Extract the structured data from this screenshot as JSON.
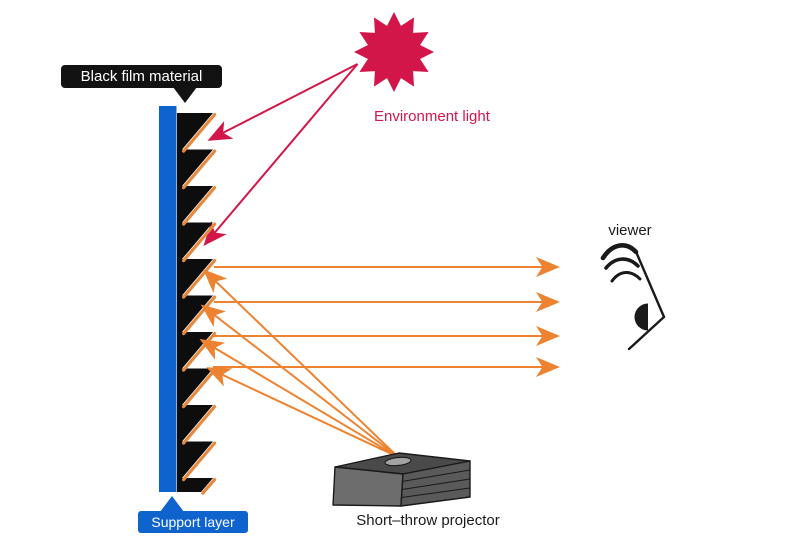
{
  "labels": {
    "black_film": "Black film material",
    "support_layer": "Support layer",
    "environment_light": "Environment light",
    "viewer": "viewer",
    "projector": "Short–throw projector"
  },
  "colors": {
    "background": "#ffffff",
    "crimson": "#d2164a",
    "orange": "#ed8330",
    "orange_edge": "#e4893e",
    "blue": "#0e63cd",
    "black_film": "#0d0d0d",
    "label_black_bg": "#121212",
    "projector_front": "#6d6d6d",
    "projector_side": "#5a5a5a",
    "projector_top": "#4a4a4a",
    "text_dark": "#1a1a1a"
  },
  "icons": {
    "sun": "sun-burst-icon",
    "eye": "eye-profile-icon",
    "projector": "projector-box-icon"
  },
  "structure": {
    "sawtooth_teeth": 10,
    "environment_light_rays": 2,
    "projector_rays": 4,
    "reflected_viewer_rays": 4
  }
}
